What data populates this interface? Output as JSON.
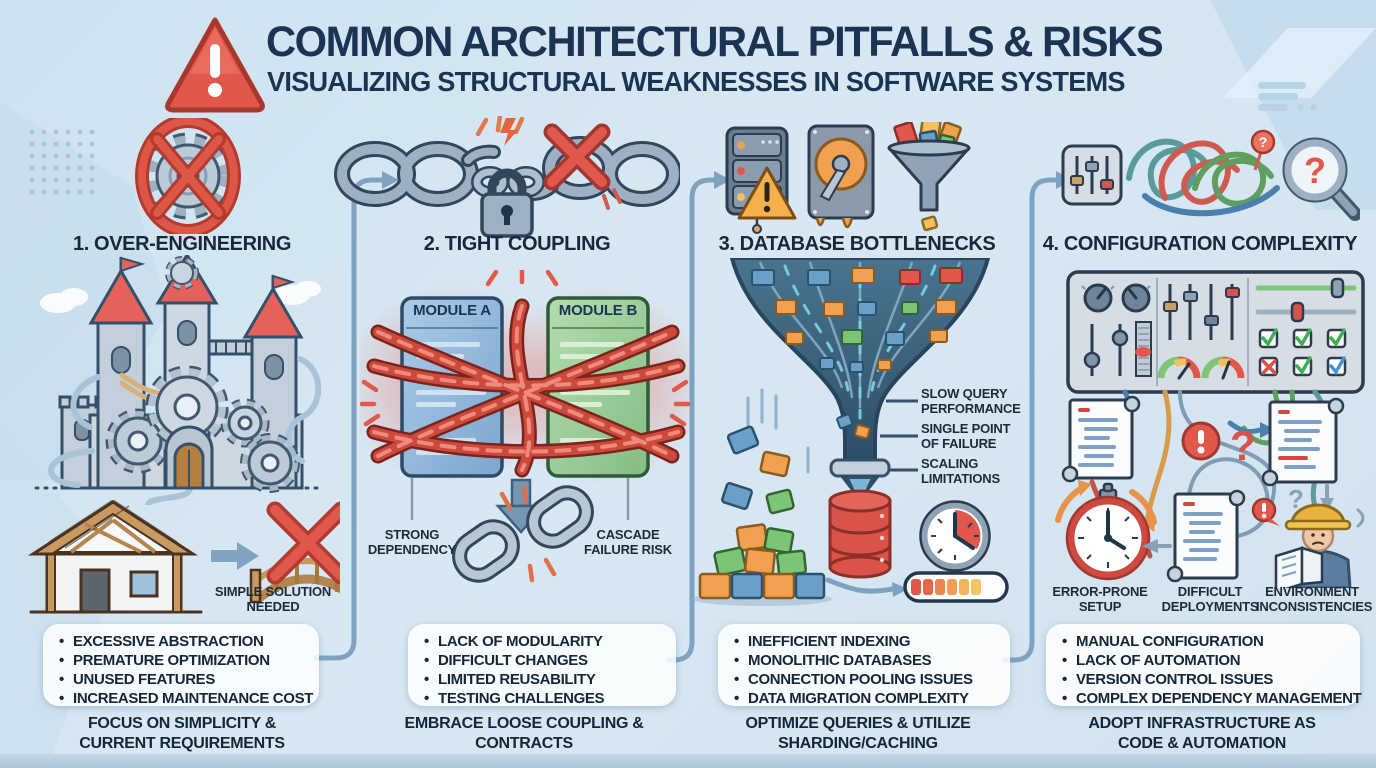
{
  "header": {
    "title": "COMMON ARCHITECTURAL PITFALLS & RISKS",
    "subtitle": "VISUALIZING STRUCTURAL WEAKNESSES IN SOFTWARE SYSTEMS"
  },
  "columns": [
    {
      "heading": "1. OVER-ENGINEERING",
      "callout": "SIMPLE SOLUTION NEEDED",
      "bullets": [
        "EXCESSIVE ABSTRACTION",
        "PREMATURE OPTIMIZATION",
        "UNUSED FEATURES",
        "INCREASED MAINTENANCE COST"
      ],
      "footer": "FOCUS ON SIMPLICITY & CURRENT REQUIREMENTS"
    },
    {
      "heading": "2. TIGHT COUPLING",
      "module_a": "MODULE A",
      "module_b": "MODULE B",
      "label_left": "STRONG DEPENDENCY",
      "label_right": "CASCADE FAILURE RISK",
      "bullets": [
        "LACK OF MODULARITY",
        "DIFFICULT CHANGES",
        "LIMITED REUSABILITY",
        "TESTING CHALLENGES"
      ],
      "footer": "EMBRACE LOOSE COUPLING & CONTRACTS"
    },
    {
      "heading": "3. DATABASE BOTTLENECKS",
      "callouts": [
        "SLOW QUERY PERFORMANCE",
        "SINGLE POINT OF FAILURE",
        "SCALING LIMITATIONS"
      ],
      "bullets": [
        "INEFFICIENT INDEXING",
        "MONOLITHIC DATABASES",
        "CONNECTION POOLING ISSUES",
        "DATA MIGRATION COMPLEXITY"
      ],
      "footer": "OPTIMIZE QUERIES & UTILIZE SHARDING/CACHING"
    },
    {
      "heading": "4. CONFIGURATION COMPLEXITY",
      "callouts": [
        "ERROR-PRONE SETUP",
        "DIFFICULT DEPLOYMENTS",
        "ENVIRONMENT INCONSISTENCIES"
      ],
      "bullets": [
        "MANUAL CONFIGURATION",
        "LACK OF AUTOMATION",
        "VERSION CONTROL ISSUES",
        "COMPLEX DEPENDENCY MANAGEMENT"
      ],
      "footer": "ADOPT INFRASTRUCTURE AS CODE & AUTOMATION"
    }
  ],
  "glyphs": {
    "question_mark": "?"
  },
  "colors": {
    "background": "#d5e5f1",
    "title_navy": "#1c3454",
    "accent_red": "#dd5748",
    "chain_red": "#cc4a3c",
    "module_a_blue": "#8fb4da",
    "module_b_green": "#96c996",
    "connector_blue": "#7ea2c0",
    "database_red": "#d9534a",
    "warning_orange": "#f0a14f"
  }
}
